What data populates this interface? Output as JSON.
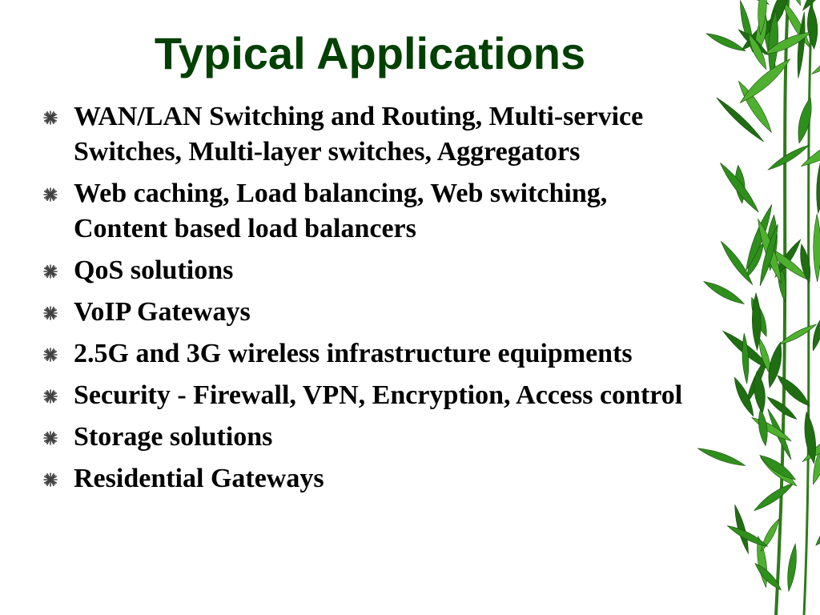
{
  "slide": {
    "title": "Typical Applications",
    "bullets": [
      {
        "text": "WAN/LAN Switching and Routing, Multi-service Switches, Multi-layer switches, Aggregators",
        "icon": "asterisk-bullet-icon"
      },
      {
        "text": "Web caching, Load balancing, Web switching, Content based load balancers",
        "icon": "asterisk-bullet-icon"
      },
      {
        "text": "QoS solutions",
        "icon": "asterisk-bullet-icon"
      },
      {
        "text": "VoIP Gateways",
        "icon": "asterisk-bullet-icon"
      },
      {
        "text": "2.5G and 3G wireless infrastructure equipments",
        "icon": "asterisk-bullet-icon"
      },
      {
        "text": "Security - Firewall, VPN, Encryption, Access control",
        "icon": "asterisk-bullet-icon"
      },
      {
        "text": "Storage solutions",
        "icon": "asterisk-bullet-icon"
      },
      {
        "text": "Residential Gateways",
        "icon": "asterisk-bullet-icon"
      }
    ]
  },
  "colors": {
    "title": "#004000",
    "text": "#000000",
    "bullet": "#404040",
    "leaf_dark": "#1f6e12",
    "leaf_mid": "#2f8f1c",
    "leaf_light": "#4fb030",
    "background": "#ffffff"
  },
  "decoration": {
    "right_border": "bamboo-leaves"
  }
}
